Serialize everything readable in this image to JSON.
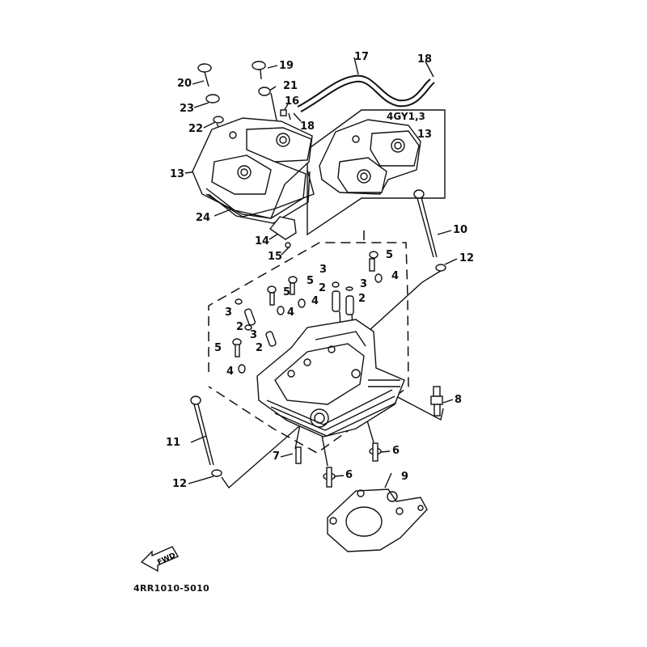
{
  "diagram": {
    "title": "Cylinder Head Exploded Parts Diagram",
    "variant_note": "4GY1,3",
    "drawing_code": "4RR1010-5010",
    "direction_indicator": "FWD",
    "callouts": [
      {
        "id": "c20",
        "ref": "20"
      },
      {
        "id": "c19",
        "ref": "19"
      },
      {
        "id": "c17",
        "ref": "17"
      },
      {
        "id": "c18a",
        "ref": "18"
      },
      {
        "id": "c21",
        "ref": "21"
      },
      {
        "id": "c16",
        "ref": "16"
      },
      {
        "id": "c18b",
        "ref": "18"
      },
      {
        "id": "c23",
        "ref": "23"
      },
      {
        "id": "c22",
        "ref": "22"
      },
      {
        "id": "c13a",
        "ref": "13"
      },
      {
        "id": "c13b",
        "ref": "13"
      },
      {
        "id": "c24",
        "ref": "24"
      },
      {
        "id": "c14",
        "ref": "14"
      },
      {
        "id": "c15",
        "ref": "15"
      },
      {
        "id": "c10",
        "ref": "10"
      },
      {
        "id": "c12a",
        "ref": "12"
      },
      {
        "id": "c5a",
        "ref": "5"
      },
      {
        "id": "c4a",
        "ref": "4"
      },
      {
        "id": "c3a",
        "ref": "3"
      },
      {
        "id": "c3b",
        "ref": "3"
      },
      {
        "id": "c2a",
        "ref": "2"
      },
      {
        "id": "c2b",
        "ref": "2"
      },
      {
        "id": "c5b",
        "ref": "5"
      },
      {
        "id": "c5c",
        "ref": "5"
      },
      {
        "id": "c4b",
        "ref": "4"
      },
      {
        "id": "c4c",
        "ref": "4"
      },
      {
        "id": "c3c",
        "ref": "3"
      },
      {
        "id": "c2c",
        "ref": "2"
      },
      {
        "id": "c3d",
        "ref": "3"
      },
      {
        "id": "c2d",
        "ref": "2"
      },
      {
        "id": "c5d",
        "ref": "5"
      },
      {
        "id": "c4d",
        "ref": "4"
      },
      {
        "id": "c8",
        "ref": "8"
      },
      {
        "id": "c11",
        "ref": "11"
      },
      {
        "id": "c7",
        "ref": "7"
      },
      {
        "id": "c6a",
        "ref": "6"
      },
      {
        "id": "c6b",
        "ref": "6"
      },
      {
        "id": "c9",
        "ref": "9"
      },
      {
        "id": "c12b",
        "ref": "12"
      }
    ]
  }
}
